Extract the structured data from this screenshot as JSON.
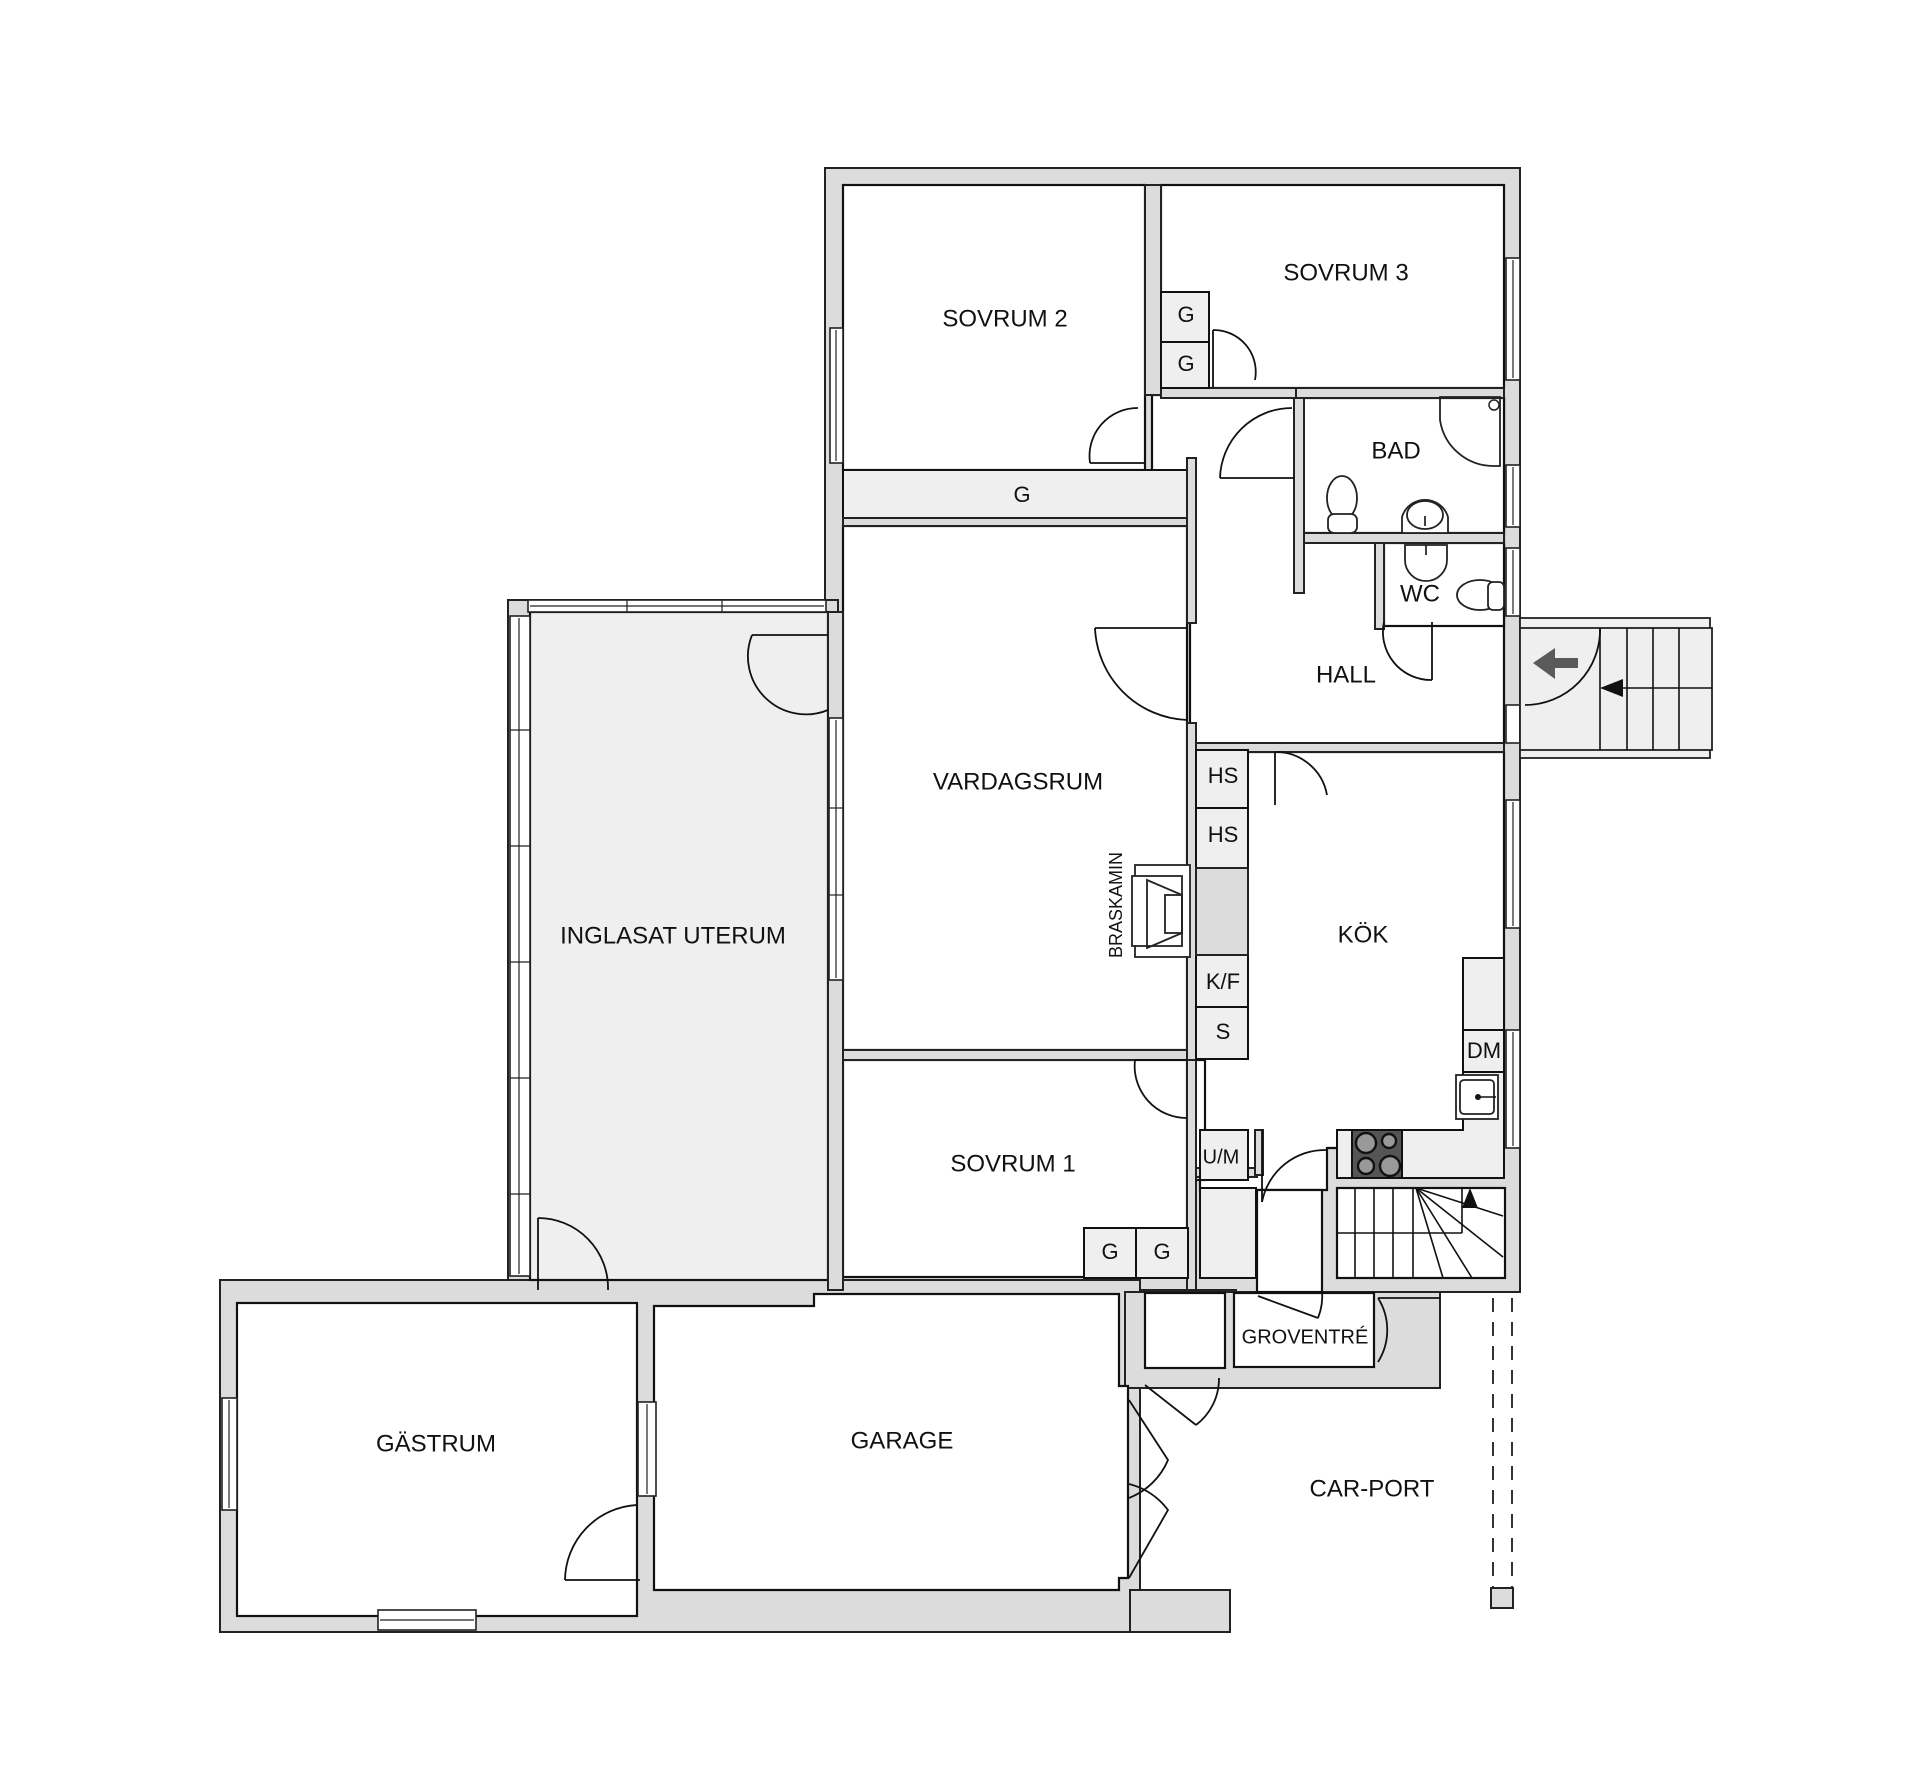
{
  "plan": {
    "rooms": {
      "sovrum2": "SOVRUM 2",
      "sovrum3": "SOVRUM 3",
      "bad": "BAD",
      "wc": "WC",
      "hall": "HALL",
      "vardagsrum": "VARDAGSRUM",
      "kok": "KÖK",
      "inglasat_uterum": "INGLASAT UTERUM",
      "sovrum1": "SOVRUM 1",
      "gastrum": "GÄSTRUM",
      "garage": "GARAGE",
      "groventre": "GROVENTRÉ",
      "carport": "CAR-PORT"
    },
    "fixtures": {
      "braskamin": "BRASKAMIN",
      "garderob": "G",
      "hogskap": "HS",
      "kyl_frys": "K/F",
      "skafferi": "S",
      "diskmaskin": "DM",
      "tvatt": "U/M"
    },
    "icons": {
      "entrance_arrow": "entrance-arrow-icon",
      "stairs_up": "stairs-up-arrow-icon"
    },
    "colors": {
      "wall_fill": "#dcdcdc",
      "closet_fill": "#efefef",
      "line": "#111111",
      "entrance_arrow": "#5a5a5a"
    }
  }
}
